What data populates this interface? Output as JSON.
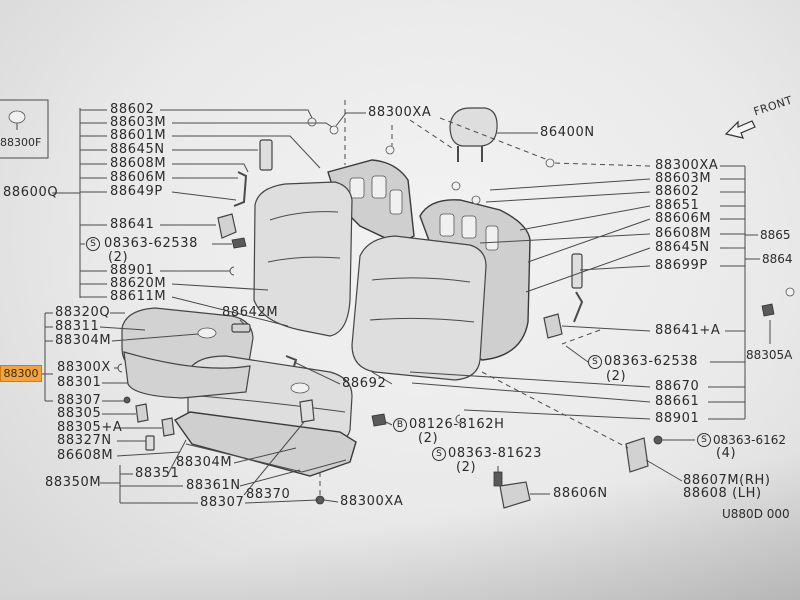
{
  "diagram": {
    "front_label": "FRONT",
    "diagram_code": "U880D 000",
    "box_part": "88300F",
    "highlighted_part": "88300",
    "side_part": "88600Q",
    "headrest": "86400N",
    "top_clip": "88300XA",
    "bottom_clip": "88300XA",
    "left_column": [
      "88602",
      "88603M",
      "88601M",
      "88645N",
      "88608M",
      "88606M",
      "88649P",
      "88641"
    ],
    "left_bolt": {
      "symbol": "S",
      "code": "08363-62538",
      "qty": "(2)"
    },
    "left_column_lower": [
      "88901",
      "88620M",
      "88611M"
    ],
    "center_parts": {
      "latch_bracket": "88642M",
      "hook": "88692",
      "trim": "88304M",
      "pad": "88370"
    },
    "right_column": [
      "88300XA",
      "88603M",
      "88602",
      "88651",
      "88606M",
      "86608M",
      "88645N",
      "88699P"
    ],
    "right_lock": "88641+A",
    "right_bolt": {
      "symbol": "S",
      "code": "08363-62538",
      "qty": "(2)"
    },
    "right_column_lower": [
      "88670",
      "88661",
      "88901"
    ],
    "far_right": [
      "8865",
      "8864",
      "88305A"
    ],
    "cushion_bolt": {
      "symbol": "B",
      "code": "08126-8162H",
      "qty": "(2)"
    },
    "bracket_bolt": {
      "symbol": "S",
      "code": "08363-81623",
      "qty": "(2)"
    },
    "bracket": "88606N",
    "hinge_bolt": {
      "symbol": "S",
      "code": "08363-6162",
      "qty": "(4)"
    },
    "hinge": [
      "88607M(RH)",
      "88608 (LH)"
    ],
    "cushion_column": [
      "88320Q",
      "88311",
      "88304M",
      "88300X",
      "88301",
      "88307",
      "88305",
      "88305+A",
      "88327N",
      "86608M"
    ],
    "cushion_group": {
      "head": "88350M",
      "items": [
        "88351",
        "88361N",
        "88307"
      ]
    }
  },
  "colors": {
    "ink": "#2b2b2b",
    "line": "#4a4a4a",
    "highlight": "#f2a33a",
    "screen": "#ececec"
  }
}
